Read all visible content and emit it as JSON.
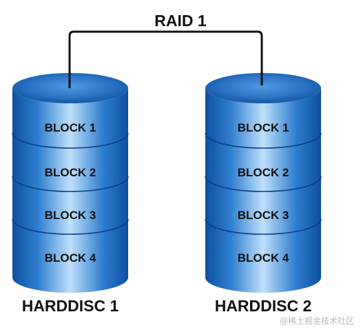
{
  "title": "RAID 1",
  "colors": {
    "disk_dark": "#0d4fa0",
    "disk_mid": "#2f7fd0",
    "disk_light": "#bfe0fb",
    "divider": "#0a3f86",
    "connector": "#111111",
    "text": "#111111"
  },
  "disks": [
    {
      "name": "HARDDISC 1",
      "blocks": [
        "BLOCK 1",
        "BLOCK 2",
        "BLOCK 3",
        "BLOCK 4"
      ]
    },
    {
      "name": "HARDDISC 2",
      "blocks": [
        "BLOCK 1",
        "BLOCK 2",
        "BLOCK 3",
        "BLOCK 4"
      ]
    }
  ],
  "watermark": "@稀土掘金技术社区"
}
